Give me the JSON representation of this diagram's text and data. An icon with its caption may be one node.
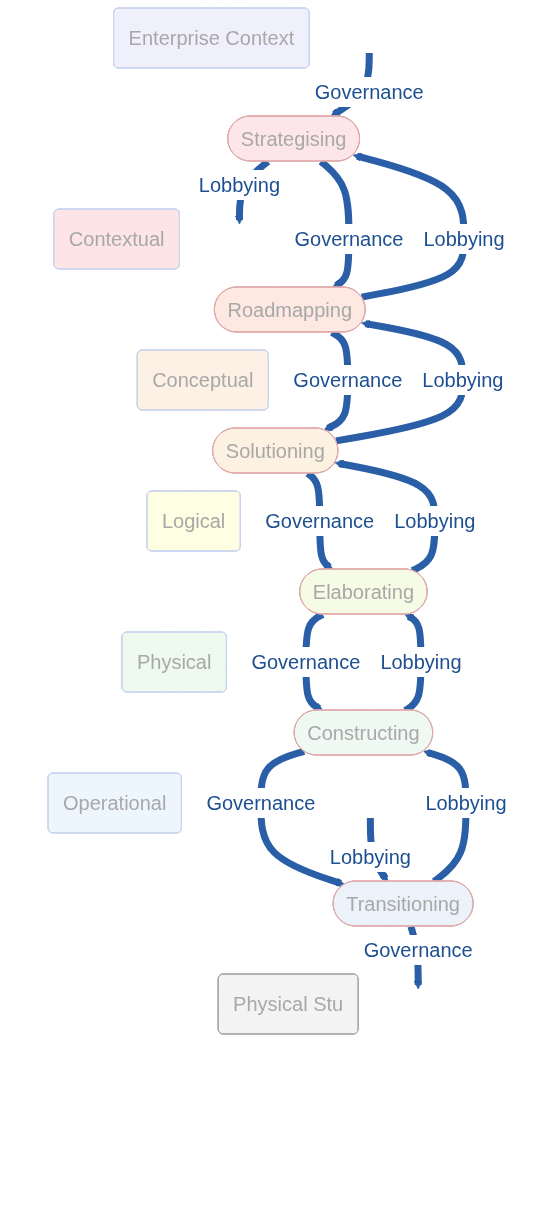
{
  "diagram": {
    "nodes": [
      {
        "text": [
          "Enterprise Context"
        ]
      },
      {
        "text": [
          "Strategising"
        ]
      },
      {
        "text": [
          "Contextual"
        ]
      },
      {
        "text": [
          "Roadmapping"
        ]
      },
      {
        "text": [
          "Conceptual"
        ]
      },
      {
        "text": [
          "Solutioning"
        ]
      },
      {
        "text": [
          "Logical"
        ]
      },
      {
        "text": [
          "Elaborating"
        ]
      },
      {
        "text": [
          "Physical"
        ]
      },
      {
        "text": [
          "Constructing"
        ]
      },
      {
        "text": [
          "Operational"
        ]
      },
      {
        "text": [
          "Transitioning"
        ]
      },
      {
        "text": [
          "Physical Stu"
        ]
      }
    ],
    "edges": [
      {
        "from": 1,
        "to": null,
        "arrow": "to",
        "label": "Lobbying"
      },
      {
        "from": null,
        "to": 1,
        "arrow": "to",
        "label": "Governance"
      },
      {
        "from": 3,
        "to": 1,
        "arrow": "to",
        "label": "Lobbying"
      },
      {
        "from": 1,
        "to": 3,
        "arrow": "to",
        "label": "Governance"
      },
      {
        "from": 5,
        "to": 3,
        "arrow": "to",
        "label": "Lobbying"
      },
      {
        "from": 3,
        "to": 5,
        "arrow": "to",
        "label": "Governance"
      },
      {
        "from": 7,
        "to": 5,
        "arrow": "to",
        "label": "Lobbying"
      },
      {
        "from": 5,
        "to": 7,
        "arrow": "to",
        "label": "Governance"
      },
      {
        "from": 9,
        "to": 7,
        "arrow": "to",
        "label": "Lobbying"
      },
      {
        "from": 7,
        "to": 9,
        "arrow": "to",
        "label": "Governance"
      },
      {
        "from": 11,
        "to": 9,
        "arrow": "to",
        "label": "Lobbying"
      },
      {
        "from": 9,
        "to": 11,
        "arrow": "to",
        "label": "Governance"
      },
      {
        "from": null,
        "to": 11,
        "arrow": "to",
        "label": "Lobbying"
      },
      {
        "from": 11,
        "to": null,
        "arrow": "to",
        "label": "Governance"
      }
    ]
  }
}
